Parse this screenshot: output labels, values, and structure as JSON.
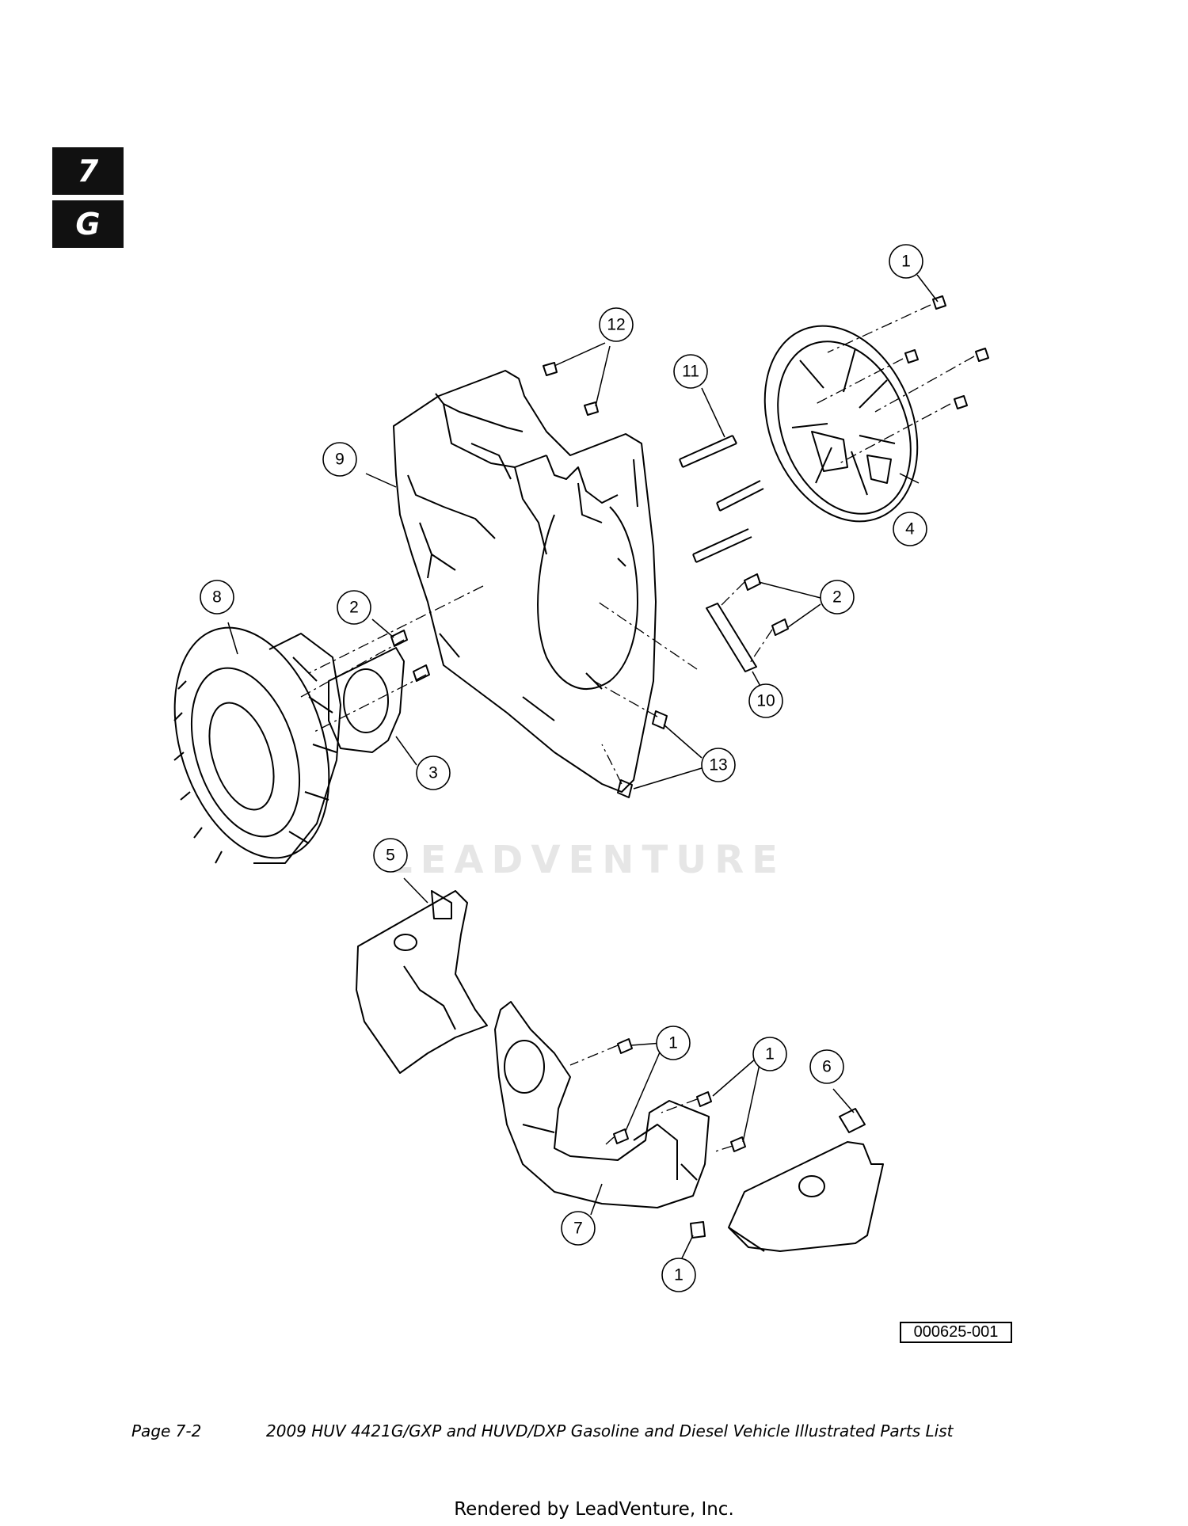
{
  "section_tabs": [
    "7",
    "G"
  ],
  "callouts": [
    "1",
    "12",
    "11",
    "9",
    "4",
    "8",
    "2",
    "2",
    "3",
    "10",
    "13",
    "5",
    "1",
    "1",
    "6",
    "7",
    "1"
  ],
  "figure_id": "000625-001",
  "watermark": "LEADVENTURE",
  "footer": {
    "page": "Page 7-2",
    "title": "2009 HUV 4421G/GXP and HUVD/DXP Gasoline and Diesel Vehicle Illustrated Parts List"
  },
  "rendered_by": "Rendered by LeadVenture, Inc."
}
